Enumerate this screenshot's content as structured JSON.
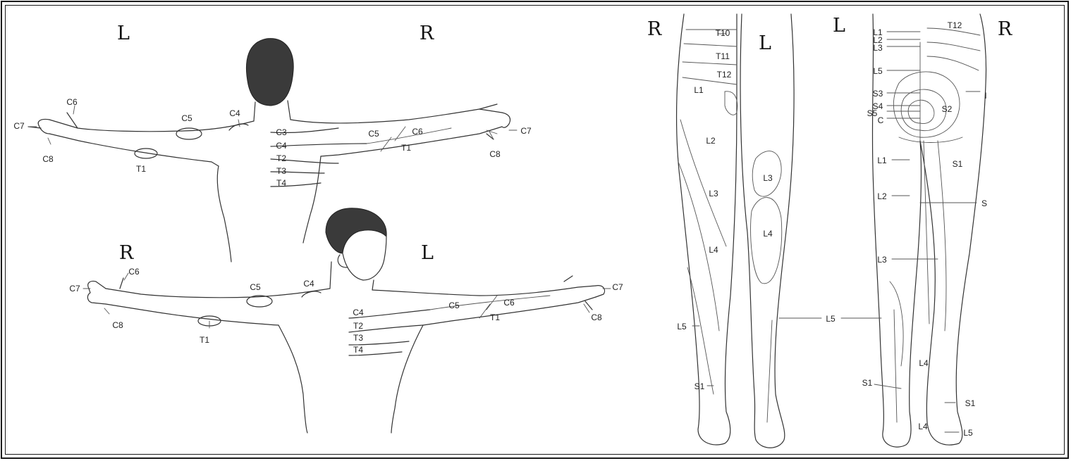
{
  "side_markers": {
    "back_left": "L",
    "back_right": "R",
    "front_right": "R",
    "front_left": "L",
    "leg_front_right": "R",
    "leg_front_left": "L",
    "leg_back_left": "L",
    "leg_back_right": "R"
  },
  "upper_back_labels": {
    "c6_left": "C6",
    "c7_left": "C7",
    "c8_left": "C8",
    "c5_left": "C5",
    "c4_left": "C4",
    "t1_left": "T1",
    "c3_mid": "C3",
    "c4_mid": "C4",
    "t2_mid": "T2",
    "t3_mid": "T3",
    "t4_mid": "T4",
    "c5_right": "C5",
    "c6_right": "C6",
    "t1_right": "T1",
    "c7_right": "C7",
    "c8_right": "C8"
  },
  "upper_front_labels": {
    "c6_right": "C6",
    "c7_right": "C7",
    "c8_right": "C8",
    "c5_right": "C5",
    "c4_right": "C4",
    "t1_right": "T1",
    "c4_mid": "C4",
    "t2_mid": "T2",
    "t3_mid": "T3",
    "t4_mid": "T4",
    "c5_left": "C5",
    "c6_left": "C6",
    "t1_left": "T1",
    "c7_left": "C7",
    "c8_left": "C8"
  },
  "leg_front_labels": {
    "t10": "T10",
    "t11": "T11",
    "t12": "T12",
    "l1": "L1",
    "l2": "L2",
    "l3": "L3",
    "l4": "L4",
    "l5": "L5",
    "s1": "S1",
    "l3_inner": "L3",
    "l4_inner": "L4",
    "l5_pointer": "L5"
  },
  "leg_back_labels": {
    "l1": "L1",
    "l2": "L2",
    "l3": "L3",
    "l5": "L5",
    "t12": "T12",
    "s3": "S3",
    "s4": "S4",
    "s5": "S5",
    "c": "C",
    "s2": "S2",
    "i": "I",
    "l1_lower": "L1",
    "s1": "S1",
    "l2_lower": "L2",
    "s": "S",
    "l3_lower": "L3",
    "l4": "L4",
    "s1_foot_left": "S1",
    "s1_foot_right": "S1",
    "l4_foot": "L4",
    "l5_foot": "L5"
  }
}
